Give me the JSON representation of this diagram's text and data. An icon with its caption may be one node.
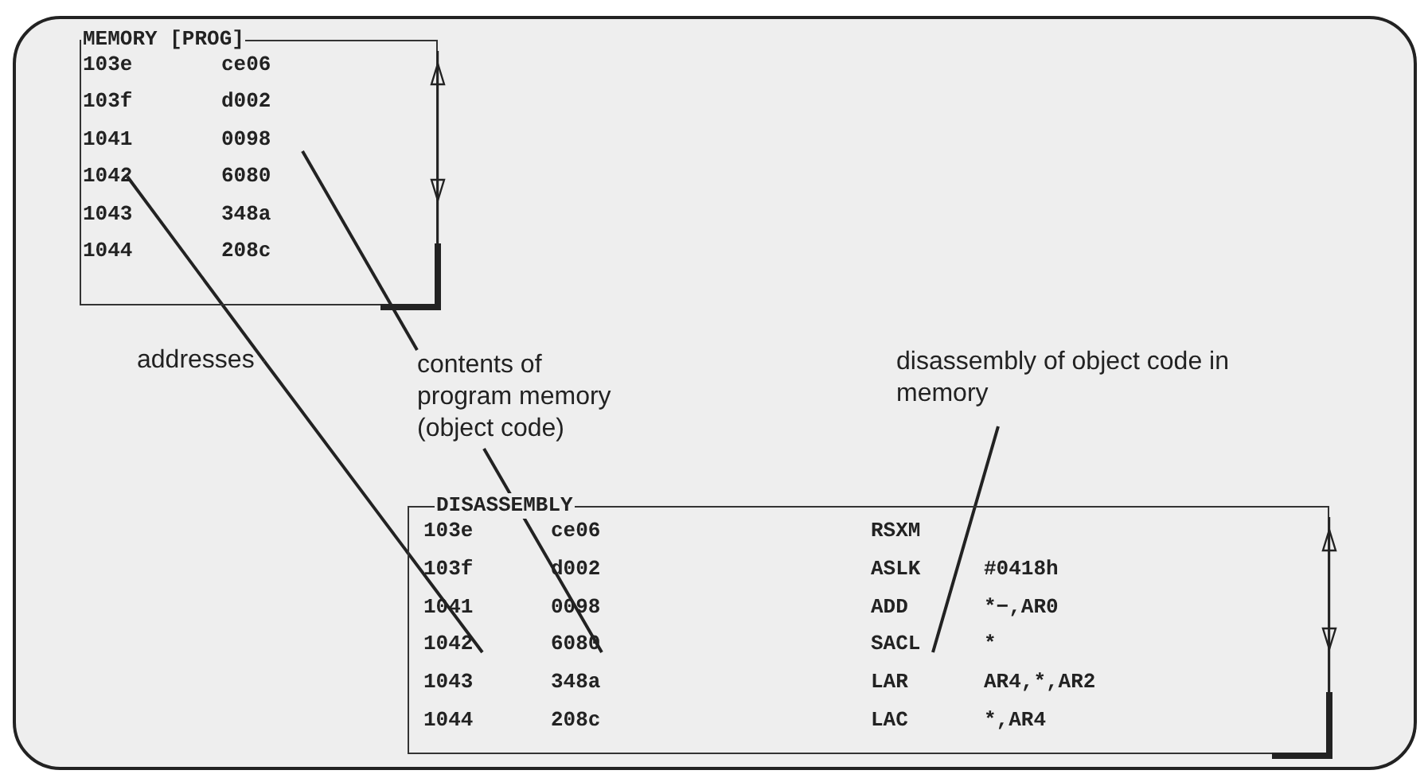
{
  "diagram": {
    "nodes": [
      {
        "text": [
          "MEMORY [PROG]",
          "103e",
          "ce06",
          "103f",
          "d002",
          "1041",
          "0098",
          "1042",
          "6080",
          "1043",
          "348a",
          "1044",
          "208c"
        ]
      },
      {
        "text": [
          "DISASSEMBLY",
          "103e",
          "ce06",
          "RSXM",
          "103f",
          "d002",
          "ASLK",
          "#0418h",
          "1041",
          "0098",
          "ADD",
          "*−,AR0",
          "1042",
          "6080",
          "SACL",
          "*",
          "1043",
          "348a",
          "LAR",
          "AR4,*,AR2",
          "1044",
          "208c",
          "LAC",
          "*,AR4"
        ]
      },
      {
        "text": [
          "addresses"
        ]
      },
      {
        "text": [
          "contents of program memory (object code)"
        ]
      },
      {
        "text": [
          "disassembly of object code in memory"
        ]
      }
    ],
    "edges": [
      {
        "from": 2,
        "to": 0,
        "arrow": "none"
      },
      {
        "from": 2,
        "to": 1,
        "arrow": "none"
      },
      {
        "from": 3,
        "to": 0,
        "arrow": "none"
      },
      {
        "from": 3,
        "to": 1,
        "arrow": "none"
      },
      {
        "from": 4,
        "to": 1,
        "arrow": "none"
      }
    ]
  }
}
